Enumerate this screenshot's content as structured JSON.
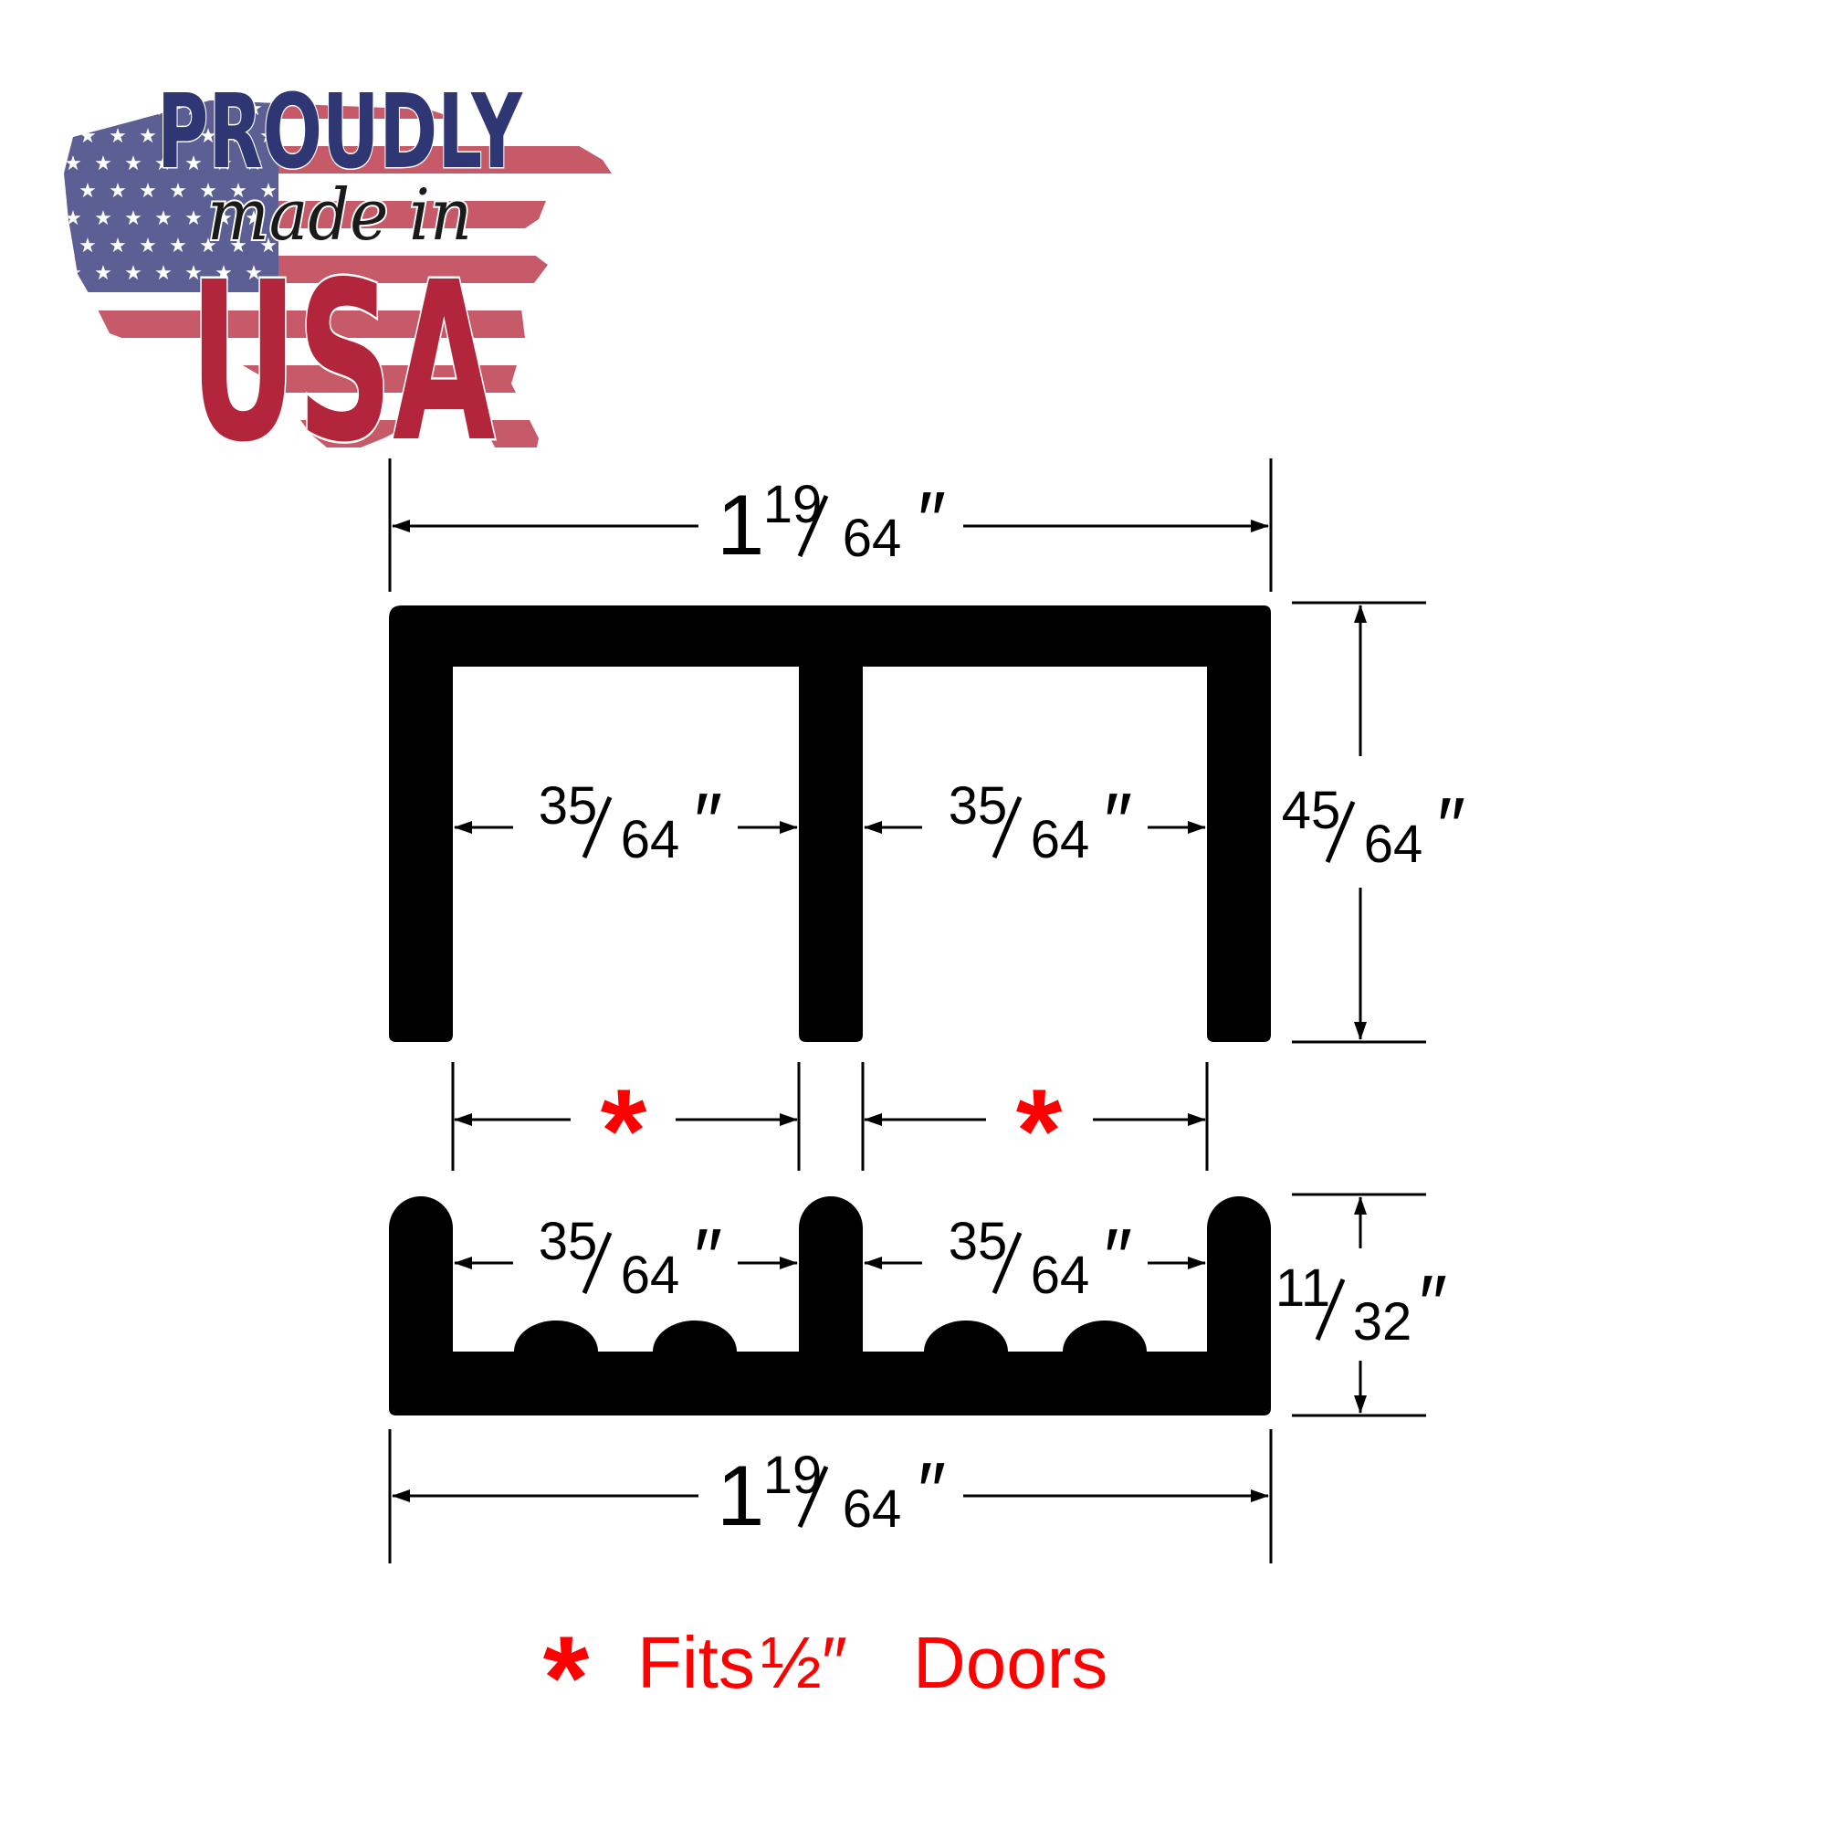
{
  "logo": {
    "line1": "PROUDLY",
    "line2": "made in",
    "line3": "USA"
  },
  "colors": {
    "profile": "#000000",
    "accent_red": "#ff0000",
    "badge_navy": "#2e3773",
    "badge_red": "#b3253b",
    "flag_red": "#c75a68",
    "flag_blue": "#5c5f94"
  },
  "dimensions": {
    "top_overall_width": {
      "whole": "1",
      "num": "19",
      "den": "64",
      "unit": "″"
    },
    "top_channel_left": {
      "num": "35",
      "den": "64",
      "unit": "″"
    },
    "top_channel_right": {
      "num": "35",
      "den": "64",
      "unit": "″"
    },
    "top_height": {
      "num": "45",
      "den": "64",
      "unit": "″"
    },
    "gap_left_marker": "*",
    "gap_right_marker": "*",
    "bottom_channel_left": {
      "num": "35",
      "den": "64",
      "unit": "″"
    },
    "bottom_channel_right": {
      "num": "35",
      "den": "64",
      "unit": "″"
    },
    "bottom_height": {
      "num": "11",
      "den": "32",
      "unit": "″"
    },
    "bottom_overall_width": {
      "whole": "1",
      "num": "19",
      "den": "64",
      "unit": "″"
    }
  },
  "footnote": {
    "marker": "*",
    "text_before": "Fits",
    "fraction": "½″",
    "text_after": "Doors"
  }
}
